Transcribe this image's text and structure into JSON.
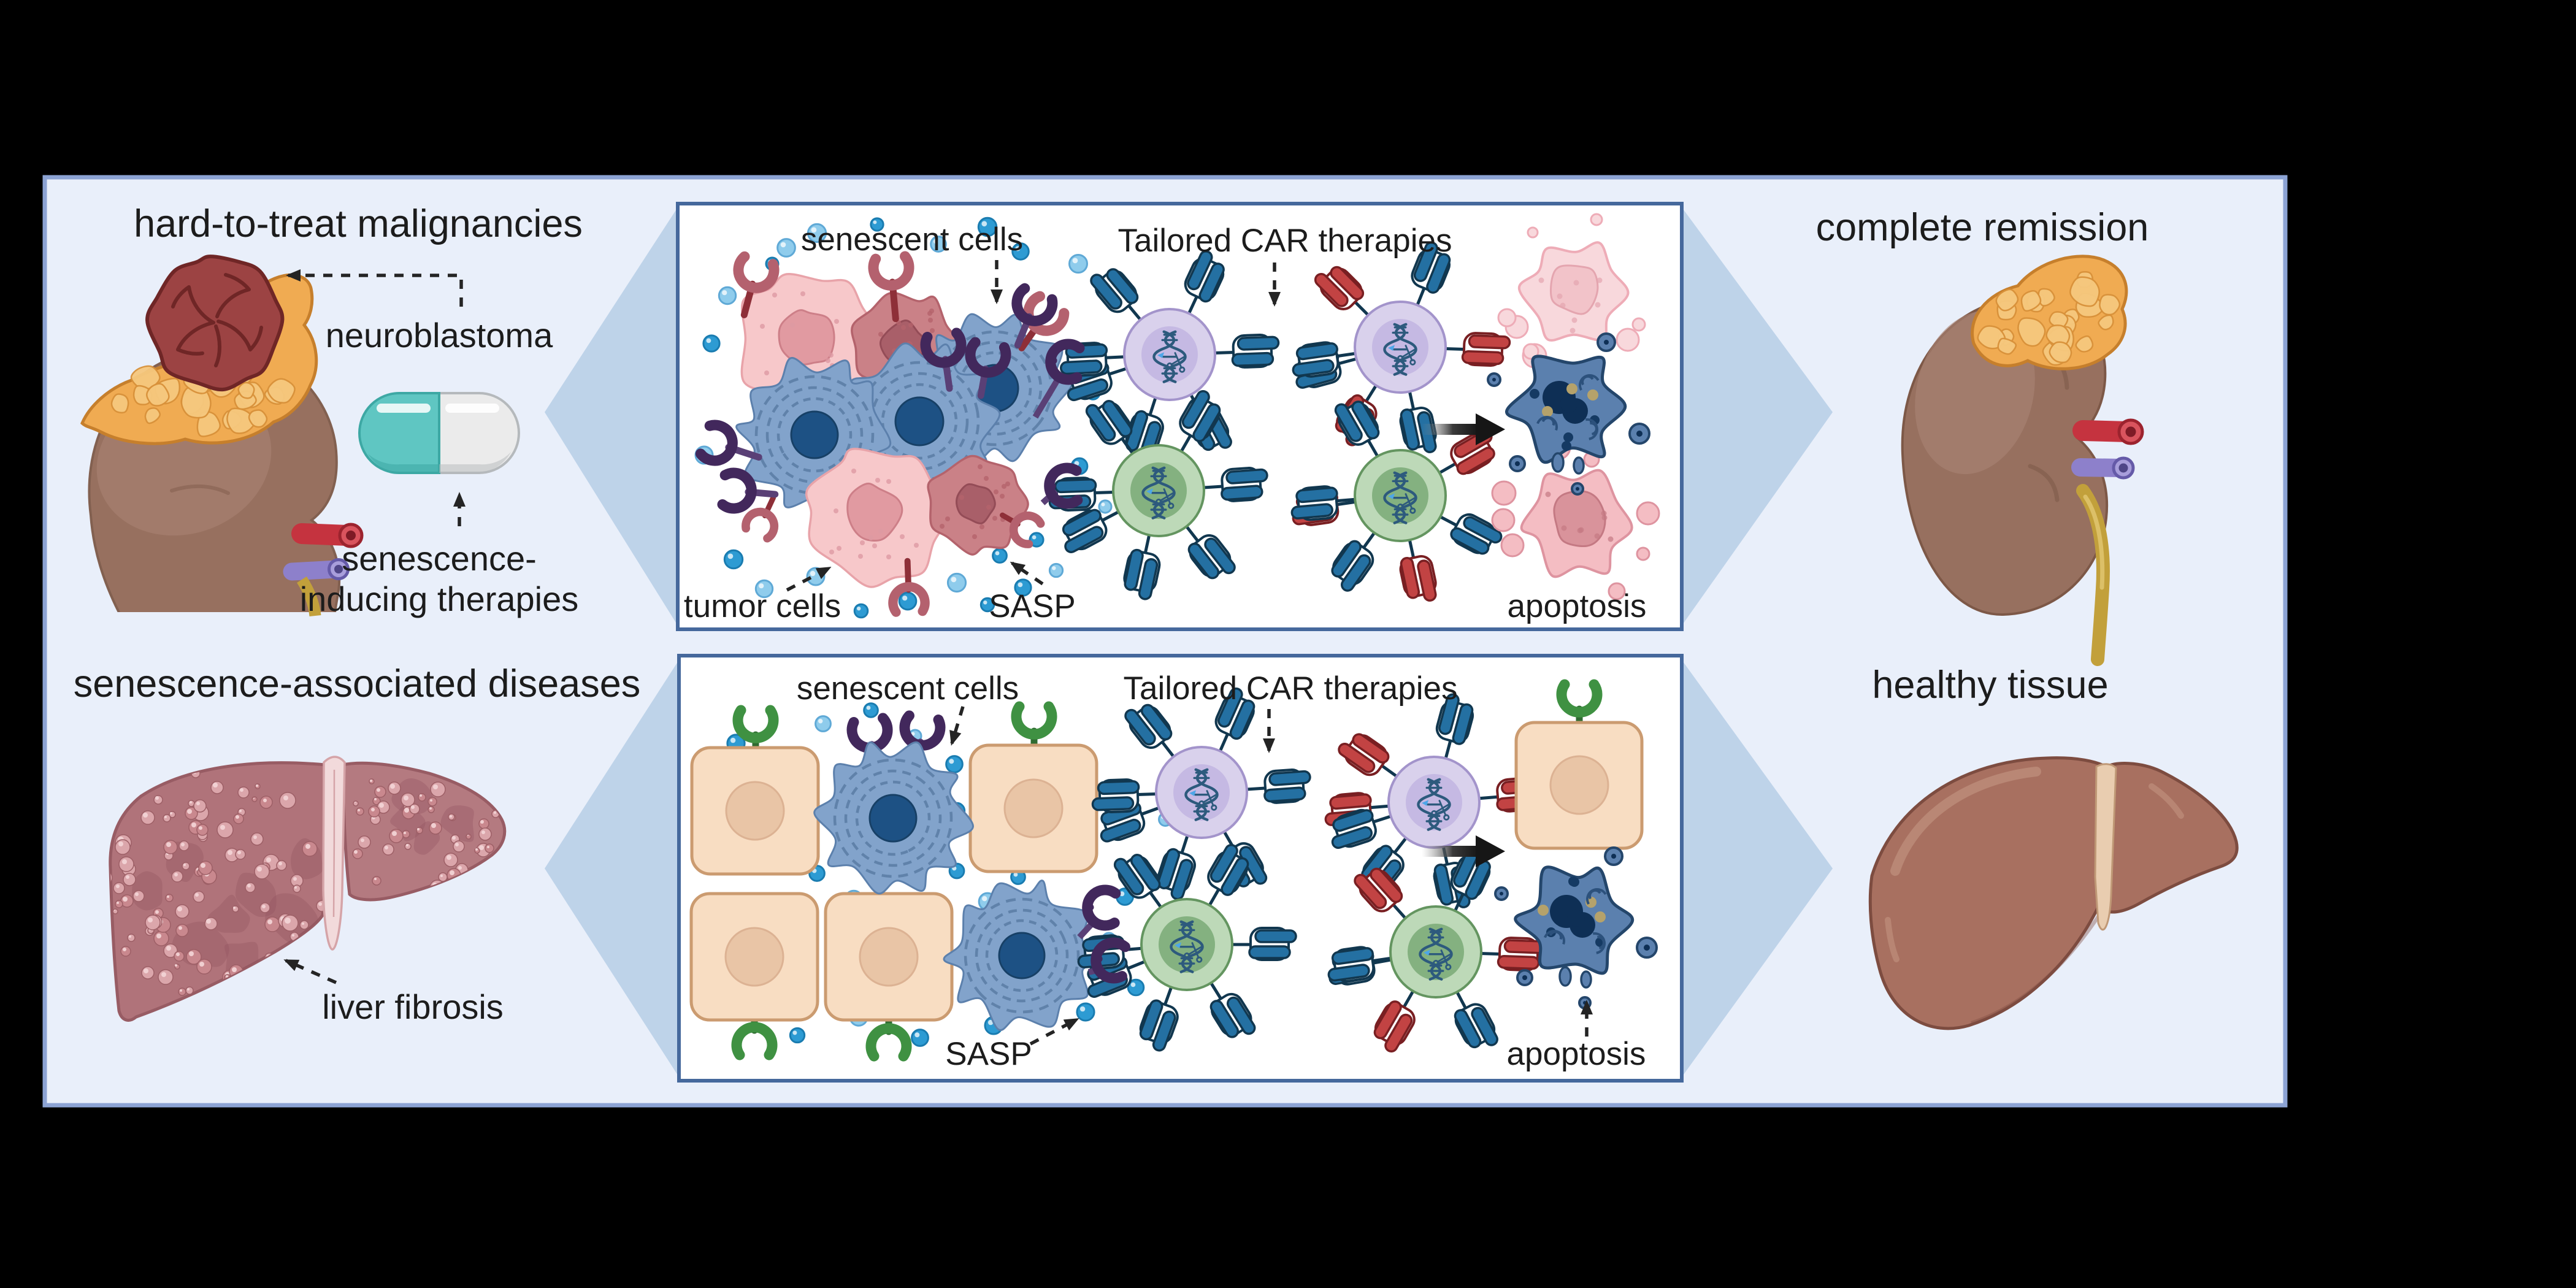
{
  "figure": {
    "type": "scientific-diagram",
    "left_top": {
      "title": "hard-to-treat malignancies",
      "organ_caption": "neuroblastoma",
      "pill_caption_line1": "senescence-",
      "pill_caption_line2": "inducing therapies"
    },
    "left_bottom": {
      "title": "senescence-associated diseases",
      "organ_caption": "liver fibrosis"
    },
    "right_top": {
      "title": "complete remission"
    },
    "right_bottom": {
      "title": "healthy tissue"
    },
    "box_top": {
      "label_senescent_cells": "senescent cells",
      "label_car_therapies": "Tailored CAR therapies",
      "label_tumor_cells": "tumor cells",
      "label_sasp": "SASP",
      "label_apoptosis": "apoptosis"
    },
    "box_bottom": {
      "label_senescent_cells": "senescent cells",
      "label_car_therapies": "Tailored CAR therapies",
      "label_sasp": "SASP",
      "label_apoptosis": "apoptosis"
    },
    "colors": {
      "background": "#000000",
      "panel_fill": "#e9effa",
      "panel_border": "#8ca3d4",
      "box_border": "#45689c",
      "wedge": "#bed3e9",
      "senescent_cell": "#7fa1c9",
      "tumor_cell_pink": "#f7c8ca",
      "tumor_cell_mauve": "#ca8187",
      "healthy_cell": "#f8ddc2",
      "car_cell_purple": "#d9d1ec",
      "car_cell_green": "#bdd9b8",
      "receptor_blue": "#2470a2",
      "receptor_red": "#c24343",
      "receptor_purple": "#42285c",
      "receptor_green": "#3f9142",
      "receptor_maroon": "#b4616e",
      "sasp_dot_dark": "#2d9bd3",
      "sasp_dot_light": "#8fccec",
      "pill_teal": "#5fc6c2",
      "pill_white": "#ebebeb"
    }
  }
}
